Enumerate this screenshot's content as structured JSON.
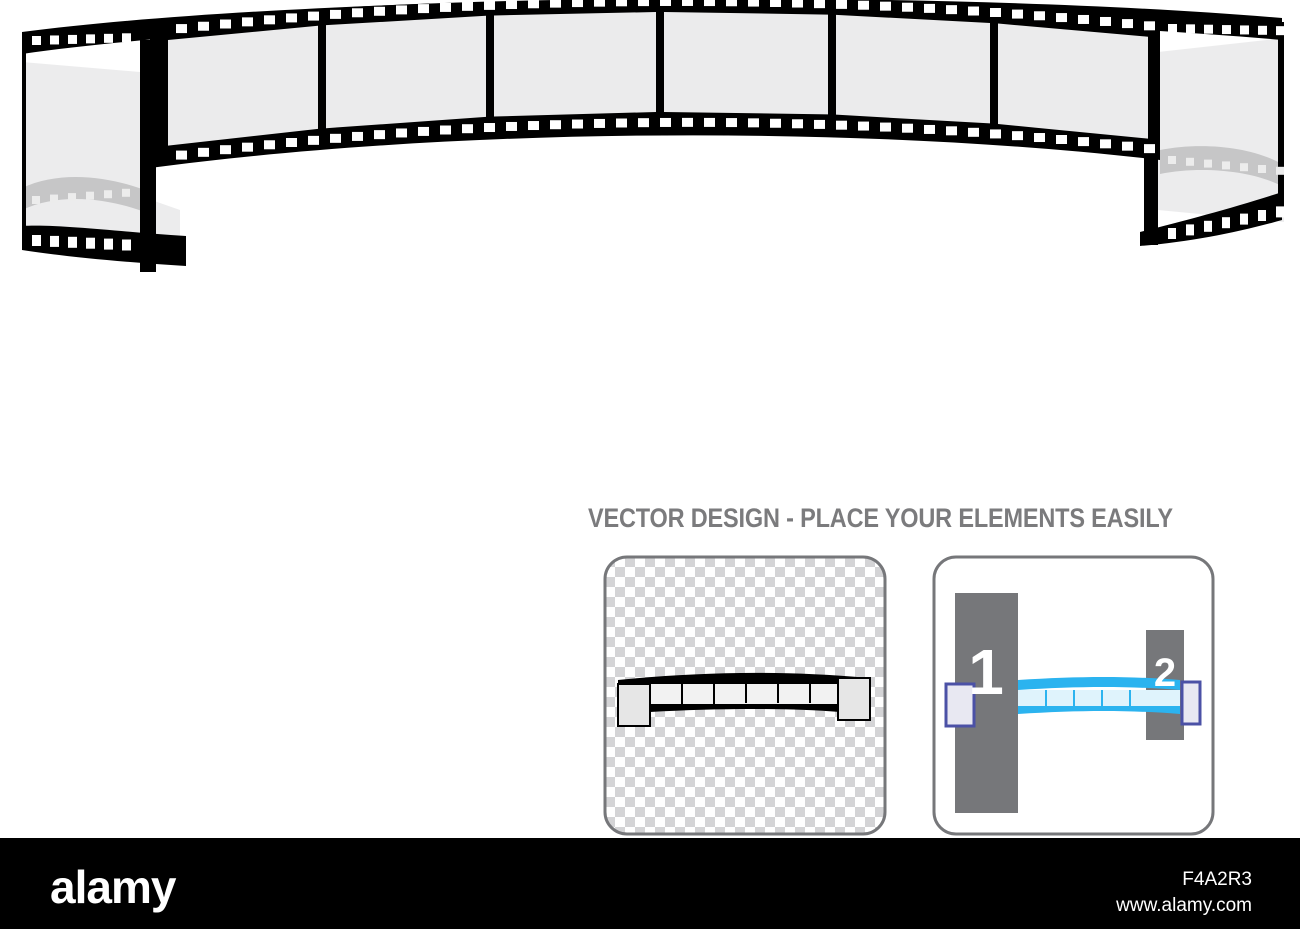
{
  "headline": "VECTOR DESIGN - PLACE YOUR ELEMENTS EASILY",
  "label_one": "1",
  "label_two": "2",
  "footer": {
    "brand": "alamy",
    "stock_id": "F4A2R3",
    "site": "www.alamy.com"
  },
  "colors": {
    "film": "#000000",
    "frame": "#ebebec",
    "label_block": "#76777a",
    "blue_film": "#2bb3ef",
    "blue_film_dark": "#4b51a6",
    "text_gray": "#7b7b7d"
  }
}
